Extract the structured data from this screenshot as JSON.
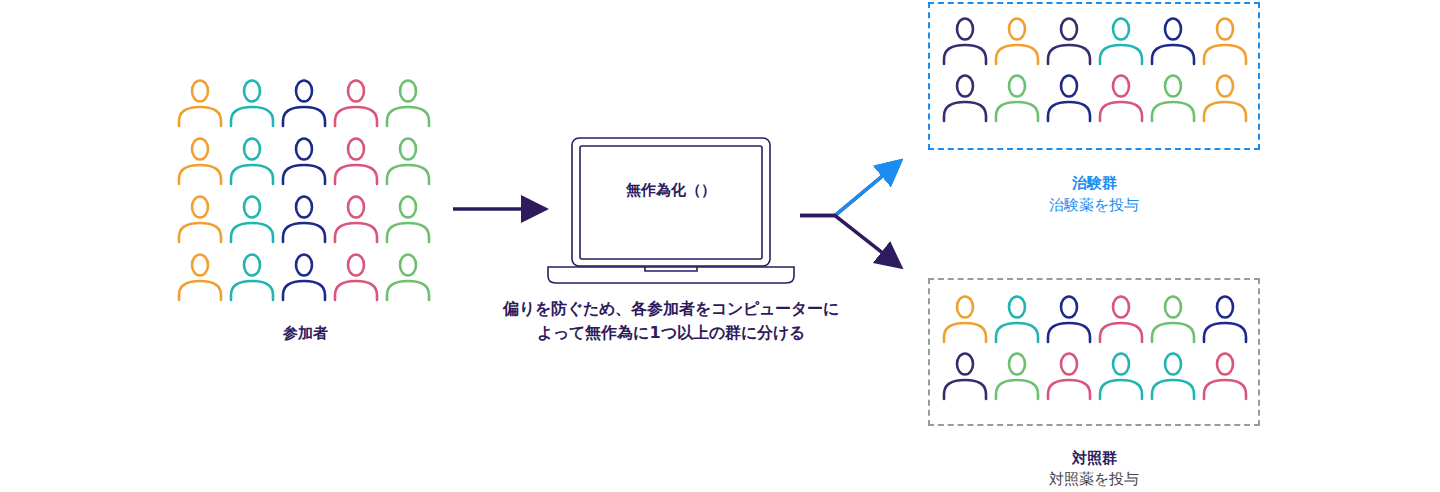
{
  "diagram": {
    "nodes": [
      {
        "text": [
          "参加者"
        ]
      },
      {
        "text": [
          "無作為化（）",
          "偏りを防ぐため、各参加者をコンピューターによって無作為に1つ以上の群に分ける"
        ]
      },
      {
        "text": [
          "治験群",
          "治験薬を投与"
        ]
      },
      {
        "text": [
          "対照群",
          "対照薬を投与"
        ]
      }
    ],
    "edges": [
      {
        "from": 0,
        "to": 1,
        "arrow": "to"
      },
      {
        "from": 1,
        "to": 2,
        "arrow": "to"
      },
      {
        "from": 1,
        "to": 3,
        "arrow": "to"
      }
    ]
  }
}
